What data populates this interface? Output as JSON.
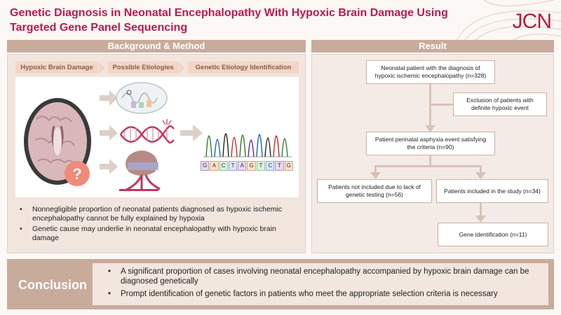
{
  "header": {
    "title_line1": "Genetic Diagnosis in Neonatal Encephalopathy With Hypoxic Brain Damage Using",
    "title_line2": "Targeted Gene Panel Sequencing",
    "journal": "JCN"
  },
  "left_panel": {
    "heading": "Background & Method",
    "steps": [
      "Hypoxic Brain Damage",
      "Possible Etiologies",
      "Genetic Etiology Identification"
    ],
    "dna_letters": [
      "G",
      "A",
      "C",
      "T",
      "A",
      "G",
      "T",
      "C",
      "T",
      "G"
    ],
    "bullets": [
      "Nonnegligible proportion of neonatal patients diagnosed as hypoxic ischemic encephalopathy cannot be fully explained by hypoxia",
      "Genetic cause may underlie in neonatal encephalopathy with hypoxic brain damage"
    ]
  },
  "right_panel": {
    "heading": "Result",
    "flow": {
      "start": "Neonatal patient with the diagnosis of hypoxic ischemic encephalopathy (n=328)",
      "exclusion": "Exclusion of patients with definite hypoxic event",
      "asphyxia": "Patient perinatal asphyxia event satisfying the criteria (n=90)",
      "not_included": "Patients not included due to lack of genetic testing (n=56)",
      "included": "Patients included in the study (n=34)",
      "identified": "Gene identification (n=11)"
    }
  },
  "conclusion": {
    "label": "Conclusion",
    "bullets": [
      "A significant proportion of cases involving neonatal encephalopathy accompanied by hypoxic brain damage can be diagnosed genetically",
      "Prompt identification of genetic factors in patients who meet the appropriate selection criteria is necessary"
    ]
  },
  "colors": {
    "title": "#c0174f",
    "panel_header": "#c9ab9c",
    "panel_bg": "#f1e5de",
    "subheader": "#f1d6c6",
    "flow_line": "#d8c3b8"
  }
}
